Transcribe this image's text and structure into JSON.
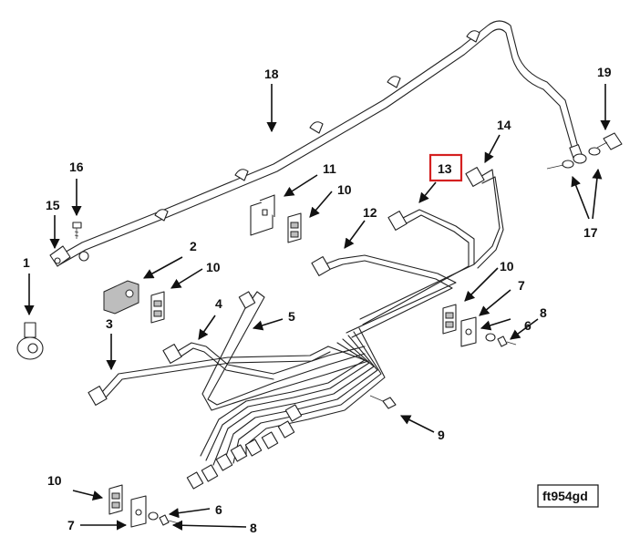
{
  "callouts": {
    "c1": "1",
    "c2": "2",
    "c3": "3",
    "c4": "4",
    "c5": "5",
    "c6a": "6",
    "c6b": "6",
    "c7a": "7",
    "c7b": "7",
    "c8a": "8",
    "c8b": "8",
    "c9": "9",
    "c10a": "10",
    "c10b": "10",
    "c10c": "10",
    "c10d": "10",
    "c11": "11",
    "c12": "12",
    "c13": "13",
    "c14": "14",
    "c15": "15",
    "c16": "16",
    "c17": "17",
    "c18": "18",
    "c19": "19"
  },
  "highlighted_callout": "13",
  "reference_code": "ft954gd"
}
